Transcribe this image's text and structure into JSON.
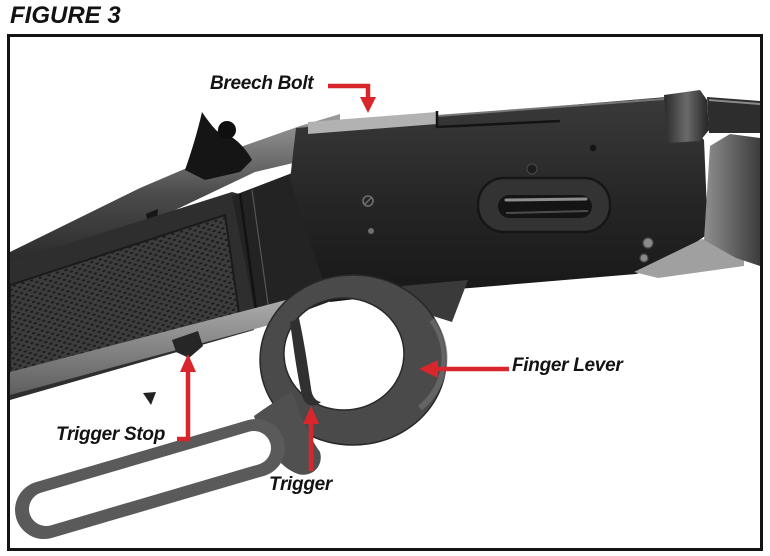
{
  "figure": {
    "title": "FIGURE 3",
    "description": "Grayscale photo of a lever-action rifle receiver, right side, lever partially open"
  },
  "callouts": [
    {
      "id": "breech-bolt",
      "label": "Breech Bolt",
      "arrow": "elbow-right-then-down"
    },
    {
      "id": "finger-lever",
      "label": "Finger Lever",
      "arrow": "left"
    },
    {
      "id": "trigger-stop",
      "label": "Trigger Stop",
      "arrow": "elbow-right-then-up"
    },
    {
      "id": "trigger",
      "label": "Trigger",
      "arrow": "up"
    }
  ],
  "colors": {
    "arrow": "#d8262c",
    "text": "#131313",
    "frame": "#141414"
  }
}
